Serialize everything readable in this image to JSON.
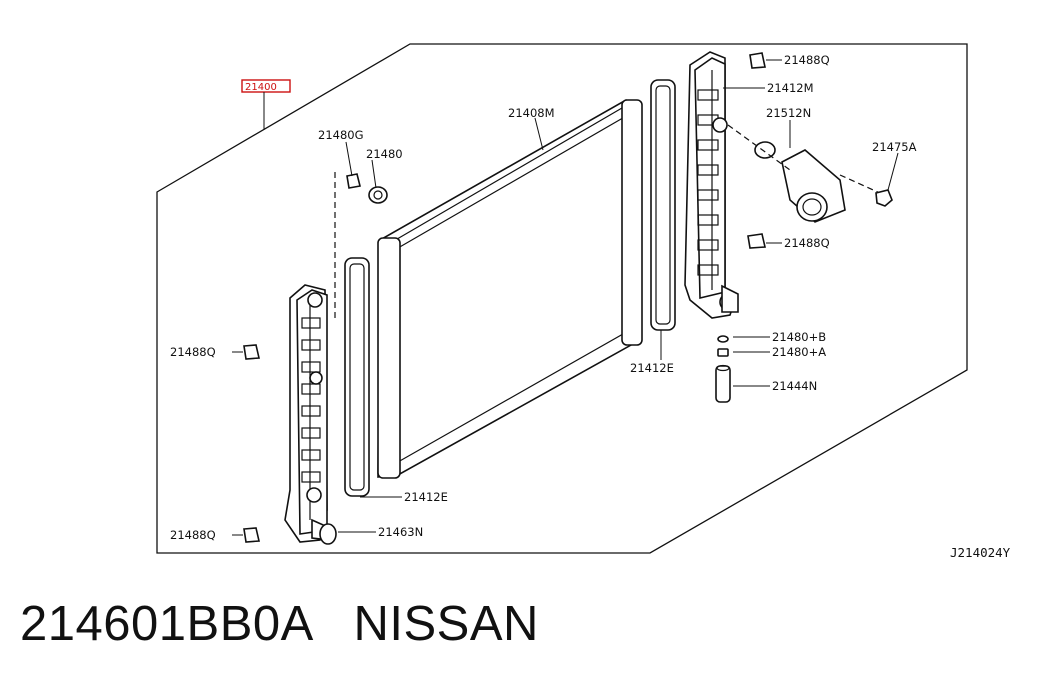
{
  "diagram": {
    "assembly_part": "21400",
    "labels": {
      "l_21480g": "21480G",
      "l_21480": "21480",
      "l_21408m": "21408M",
      "l_21488q_tr1": "21488Q",
      "l_21412m": "21412M",
      "l_21512n": "21512N",
      "l_21475a": "21475A",
      "l_21488q_tr2": "21488Q",
      "l_21480b": "21480+B",
      "l_21480a": "21480+A",
      "l_21444n": "21444N",
      "l_21412e_r": "21412E",
      "l_21488q_l1": "21488Q",
      "l_21412e_l": "21412E",
      "l_21488q_l2": "21488Q",
      "l_21463n": "21463N"
    },
    "figure_code": "J214024Y"
  },
  "caption": {
    "part_number": "214601BB0A",
    "brand": "NISSAN"
  }
}
